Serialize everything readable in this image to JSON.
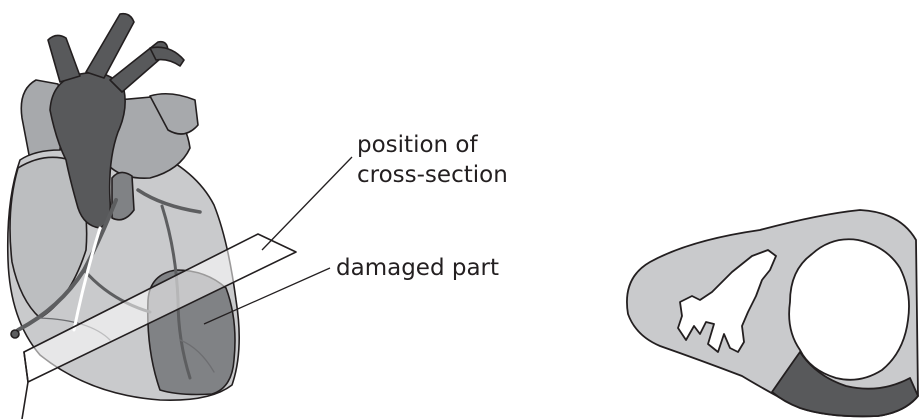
{
  "labels": {
    "position_line1": "position of",
    "position_line2": "cross-section",
    "damaged_part": "damaged part"
  },
  "colors": {
    "outline": "#231f20",
    "heart_light": "#c9cacc",
    "heart_mid": "#a7a9ac",
    "aorta_dark": "#58595b",
    "damaged": "#808285",
    "vessel": "#5d5e60",
    "section_light": "#c9cacc",
    "section_damaged": "#58595b",
    "cavity": "#ffffff"
  }
}
